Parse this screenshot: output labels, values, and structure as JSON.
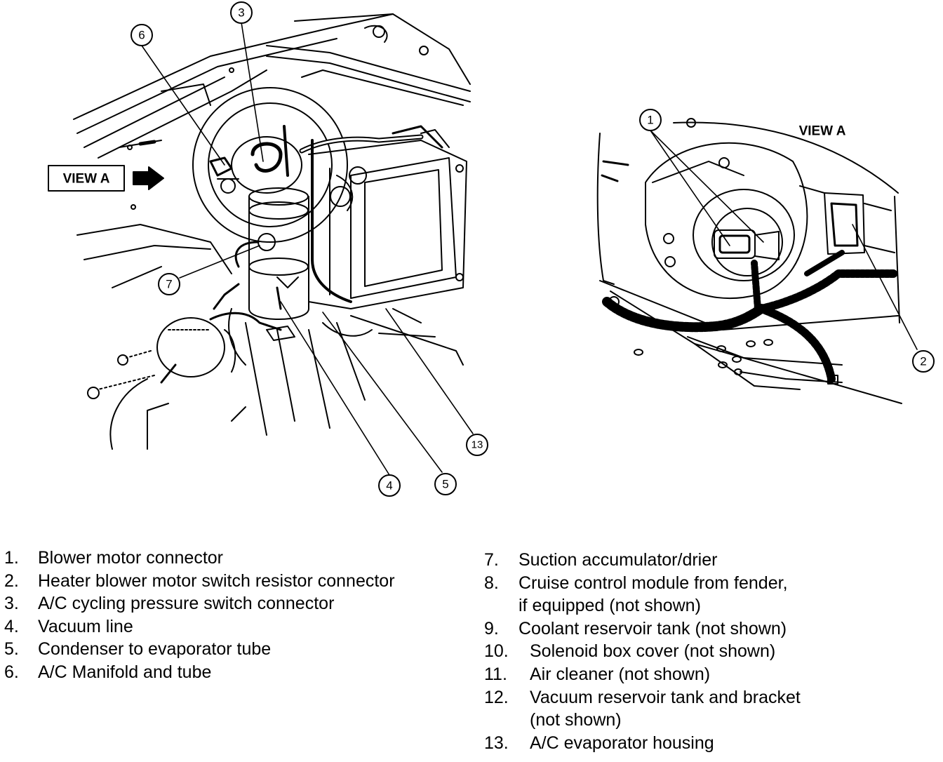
{
  "callouts": {
    "c1": "1",
    "c2": "2",
    "c3": "3",
    "c4": "4",
    "c5": "5",
    "c6": "6",
    "c7": "7",
    "c13": "13"
  },
  "view_labels": {
    "left_box": "VIEW A",
    "right_title": "VIEW A"
  },
  "legend": {
    "left": [
      {
        "num": "1.",
        "text": "Blower motor connector"
      },
      {
        "num": "2.",
        "text": "Heater blower motor switch resistor connector"
      },
      {
        "num": "3.",
        "text": "A/C cycling pressure switch connector"
      },
      {
        "num": "4.",
        "text": "Vacuum line"
      },
      {
        "num": "5.",
        "text": "Condenser to evaporator tube"
      },
      {
        "num": "6.",
        "text": "A/C Manifold and tube"
      }
    ],
    "right": [
      {
        "num": "7.",
        "text": "Suction accumulator/drier"
      },
      {
        "num": "8.",
        "text": "Cruise control module from fender,\nif equipped (not shown)"
      },
      {
        "num": "9.",
        "text": "Coolant reservoir tank (not shown)"
      },
      {
        "num": "10.",
        "text": "Solenoid box cover (not shown)"
      },
      {
        "num": "11.",
        "text": "Air cleaner (not shown)"
      },
      {
        "num": "12.",
        "text": "Vacuum reservoir tank and bracket\n(not shown)"
      },
      {
        "num": "13.",
        "text": "A/C evaporator housing"
      }
    ]
  }
}
